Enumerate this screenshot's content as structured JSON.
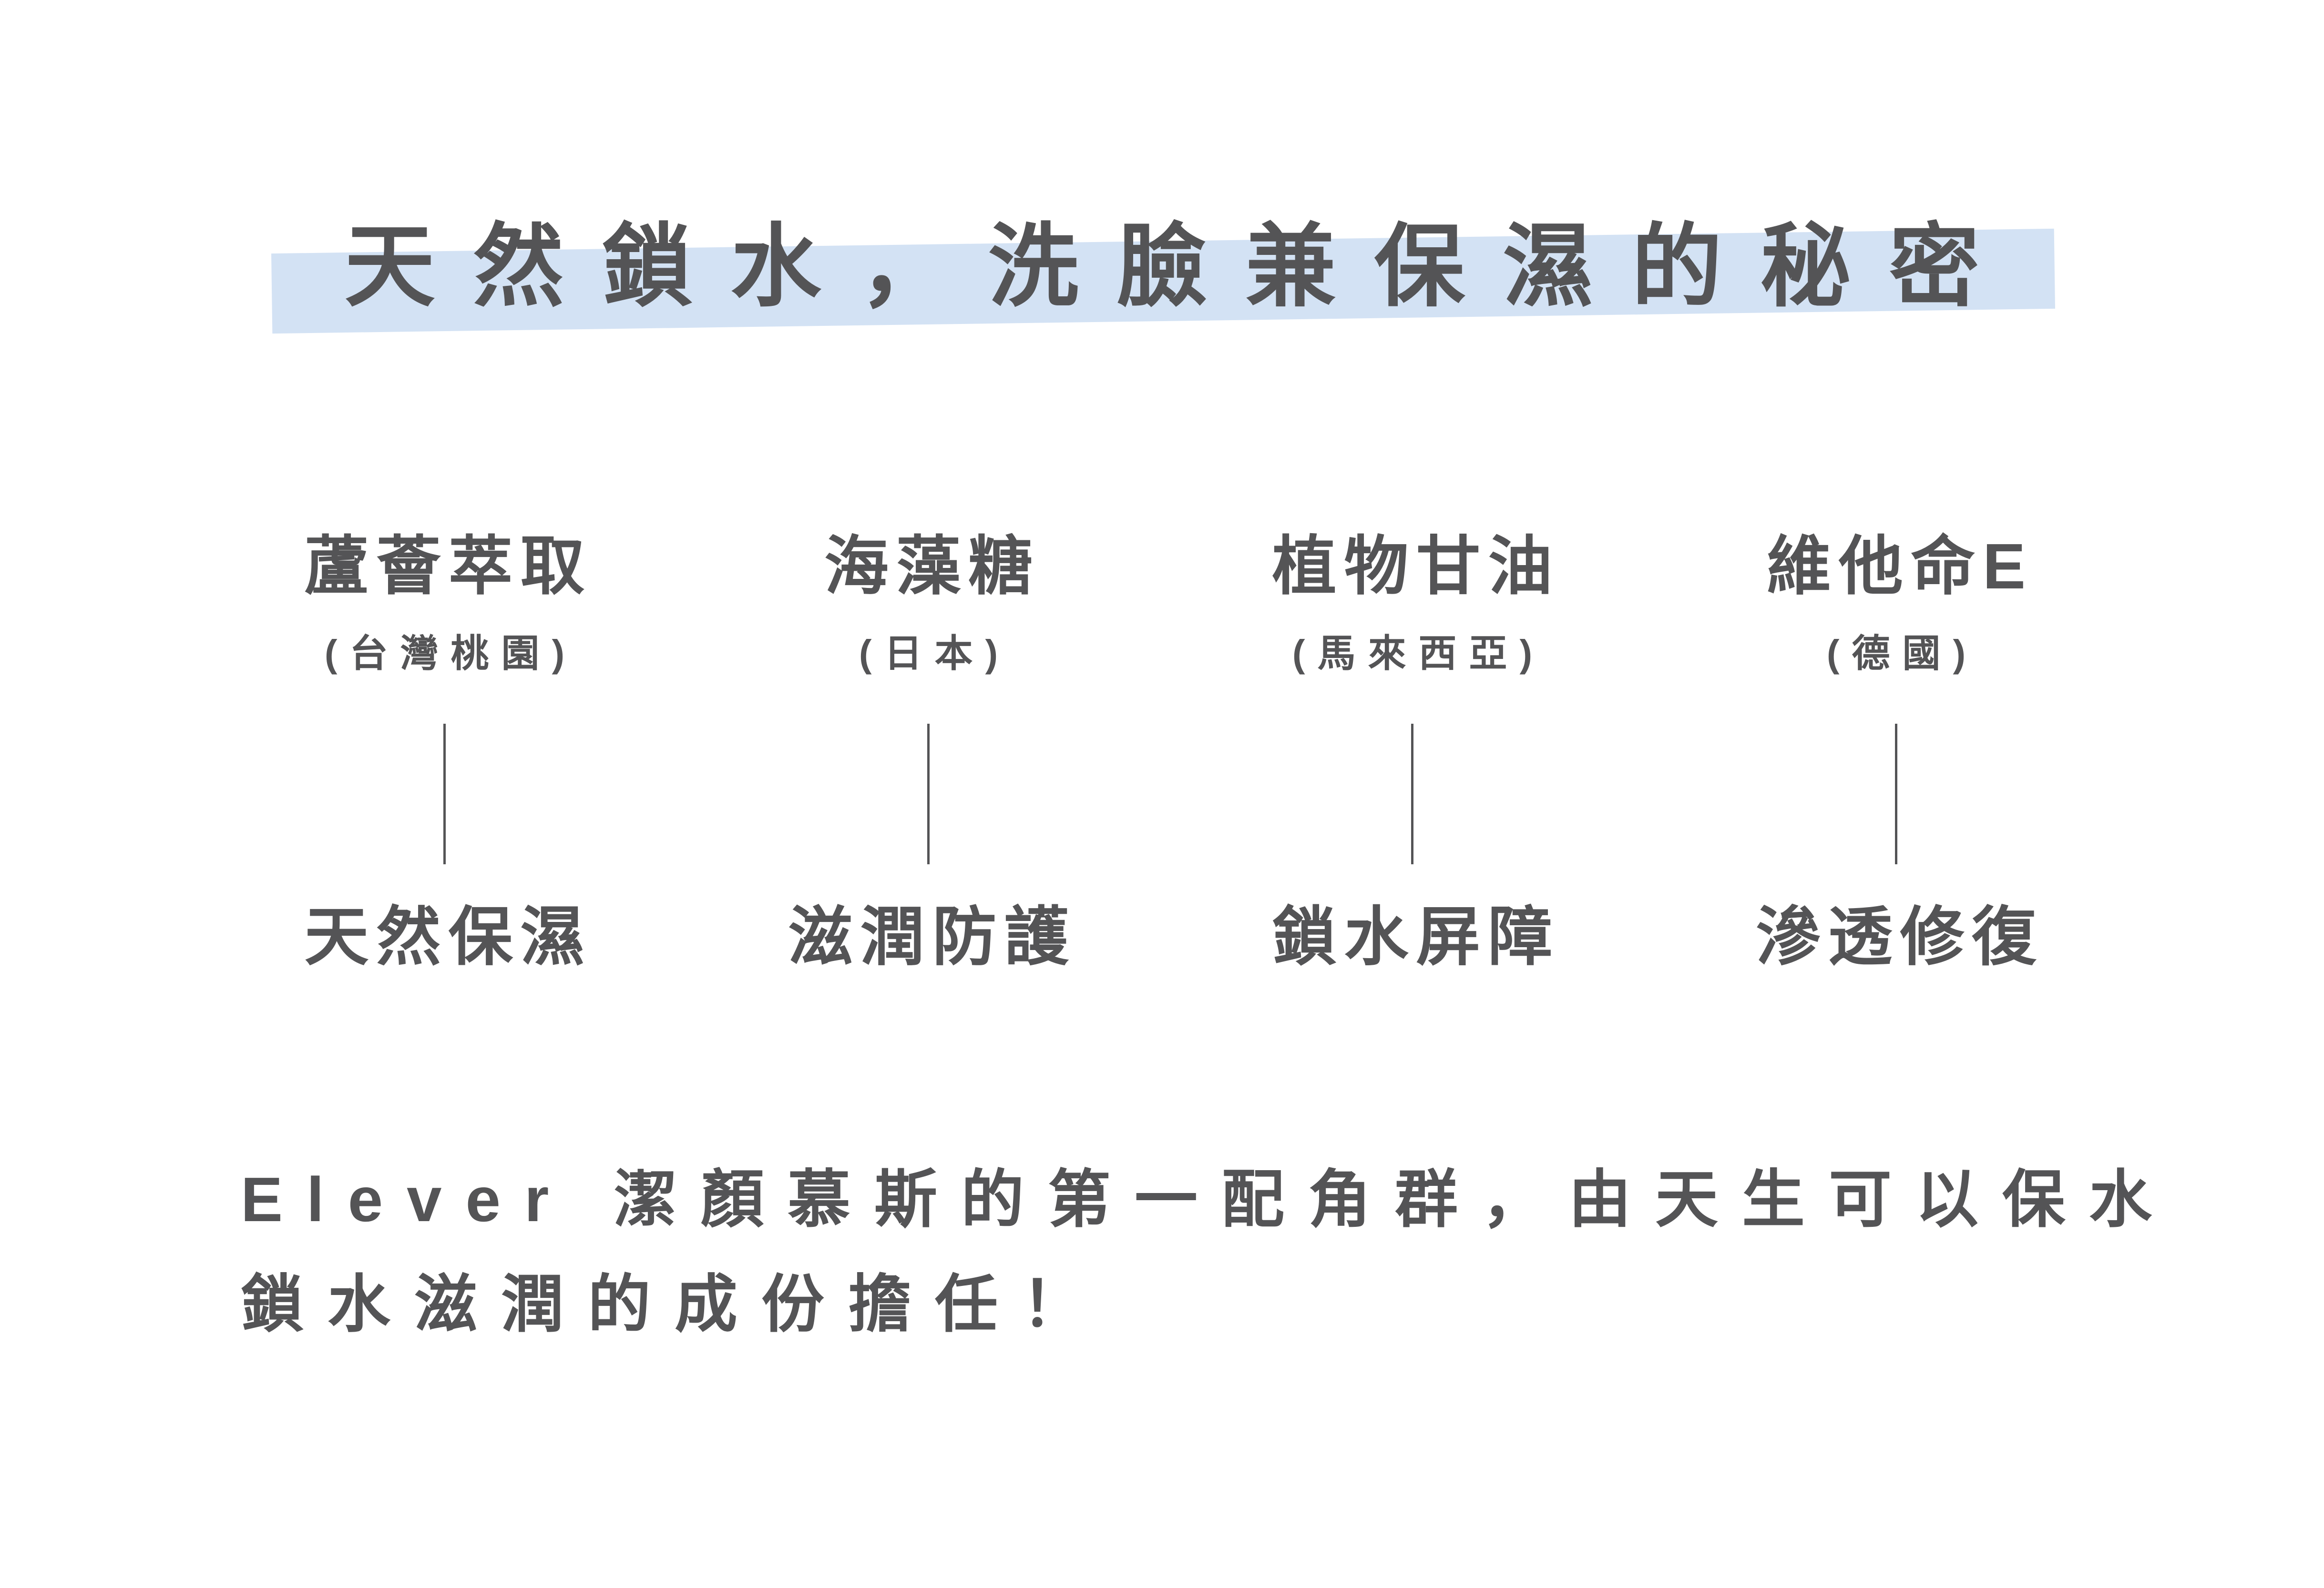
{
  "title": {
    "text": "天然鎖水，洗臉兼保濕的秘密"
  },
  "ingredients": [
    {
      "name": "蘆薈萃取",
      "origin": "(台灣桃園)",
      "benefit": "天然保濕"
    },
    {
      "name": "海藻糖",
      "origin": "(日本)",
      "benefit": "滋潤防護"
    },
    {
      "name": "植物甘油",
      "origin": "(馬來西亞)",
      "benefit": "鎖水屏障"
    },
    {
      "name": "維他命E",
      "origin": "(德國)",
      "benefit": "滲透修復"
    }
  ],
  "footer": {
    "line1": "Elever 潔顏慕斯的第一配角群，由天生可以保水",
    "line2": "鎖水滋潤的成份擔任！"
  },
  "colors": {
    "background": "#ffffff",
    "text": "#545456",
    "highlight": "#d3e2f4",
    "connector_line": "#545456"
  }
}
